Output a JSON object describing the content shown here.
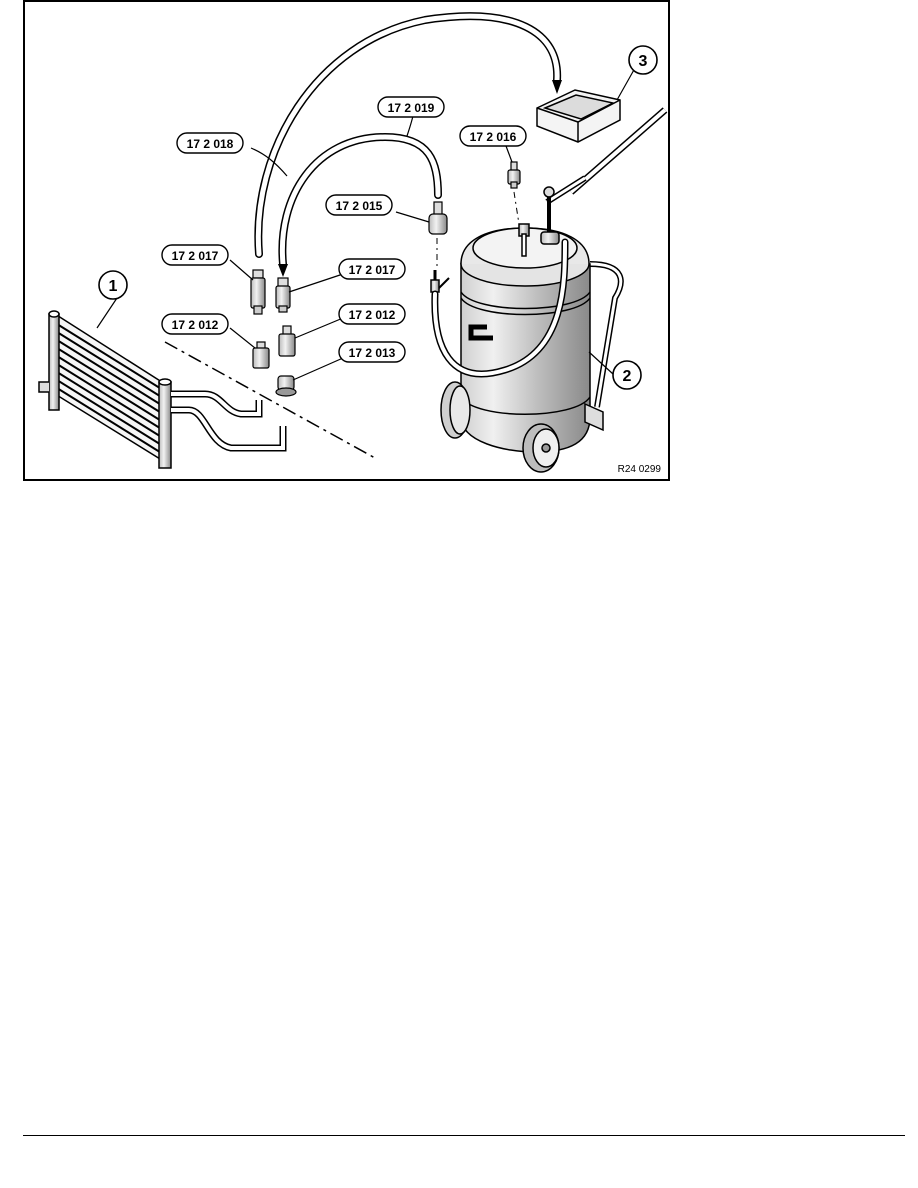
{
  "figure": {
    "code": "R24 0299",
    "callouts": [
      {
        "id": "radiator",
        "number": "1"
      },
      {
        "id": "fluid-extractor",
        "number": "2"
      },
      {
        "id": "tray",
        "number": "3"
      }
    ],
    "part_labels": [
      {
        "id": "hose-left",
        "text": "17 2 018"
      },
      {
        "id": "hose-right",
        "text": "17 2 019"
      },
      {
        "id": "adapter-top",
        "text": "17 2 016"
      },
      {
        "id": "adapter-015",
        "text": "17 2 015"
      },
      {
        "id": "coupling-left",
        "text": "17 2 017"
      },
      {
        "id": "coupling-right",
        "text": "17 2 017"
      },
      {
        "id": "nipple-left",
        "text": "17 2 012"
      },
      {
        "id": "nipple-right",
        "text": "17 2 012"
      },
      {
        "id": "plug-013",
        "text": "17 2 013"
      }
    ]
  },
  "colors": {
    "line": "#000000",
    "fill": "#ffffff",
    "shade": "#d9d9d9",
    "shade_dark": "#9a9a9a"
  }
}
